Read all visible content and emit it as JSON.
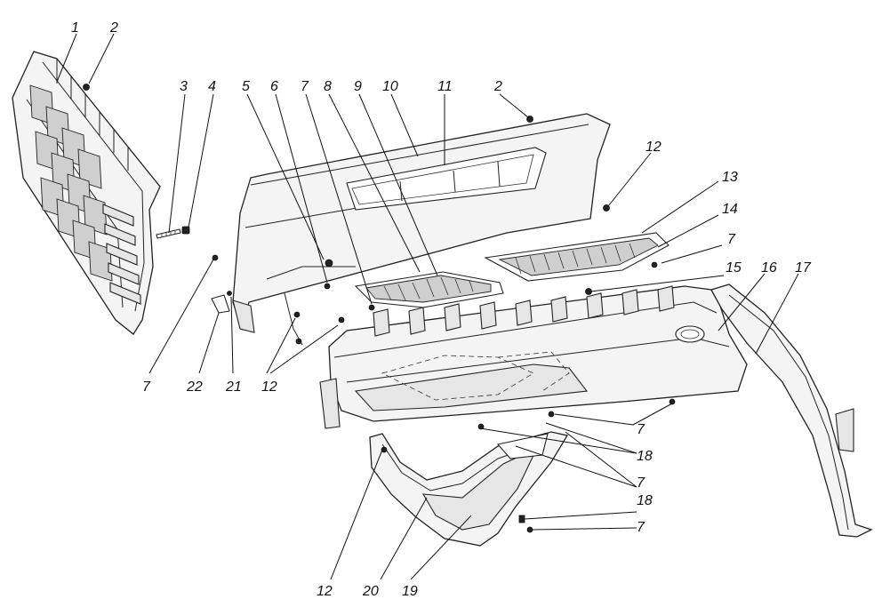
{
  "callouts": [
    "1",
    "2",
    "3",
    "4",
    "5",
    "6",
    "7",
    "8",
    "9",
    "10",
    "11",
    "2",
    "12",
    "13",
    "14",
    "7",
    "15",
    "16",
    "17",
    "7",
    "22",
    "21",
    "12",
    "7",
    "18",
    "7",
    "18",
    "7",
    "12",
    "20",
    "19"
  ]
}
